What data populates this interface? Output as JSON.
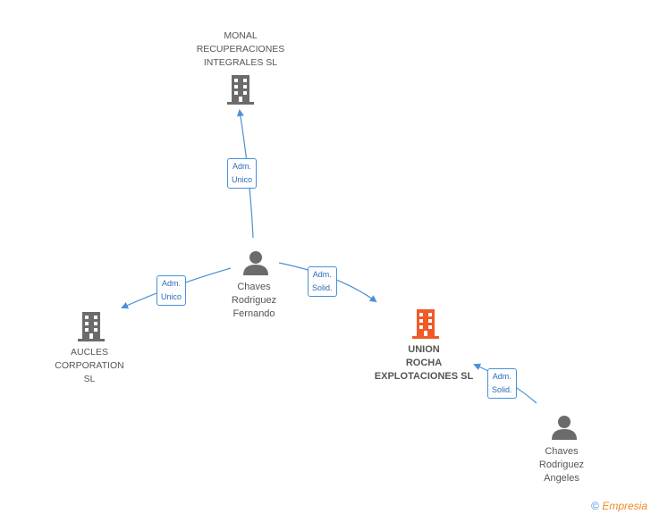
{
  "colors": {
    "company": "#6b6b6b",
    "company_main": "#f05a28",
    "person": "#6b6b6b",
    "edge": "#4a90d9"
  },
  "nodes": {
    "monal": {
      "label": "MONAL\nRECUPERACIONES\nINTEGRALES SL",
      "icon": "building-icon"
    },
    "aucles": {
      "label": "AUCLES\nCORPORATION\nSL",
      "icon": "building-icon"
    },
    "union": {
      "label": "UNION\nROCHA\nEXPLOTACIONES SL",
      "icon": "building-icon"
    },
    "fernando": {
      "label": "Chaves\nRodriguez\nFernando",
      "icon": "person-icon"
    },
    "angeles": {
      "label": "Chaves\nRodriguez\nAngeles",
      "icon": "person-icon"
    }
  },
  "edges": {
    "e1": {
      "label": "Adm.\nUnico"
    },
    "e2": {
      "label": "Adm.\nUnico"
    },
    "e3": {
      "label": "Adm.\nSolid."
    },
    "e4": {
      "label": "Adm.\nSolid."
    }
  },
  "footer": {
    "copyright": "©",
    "brand": "Empresia"
  }
}
